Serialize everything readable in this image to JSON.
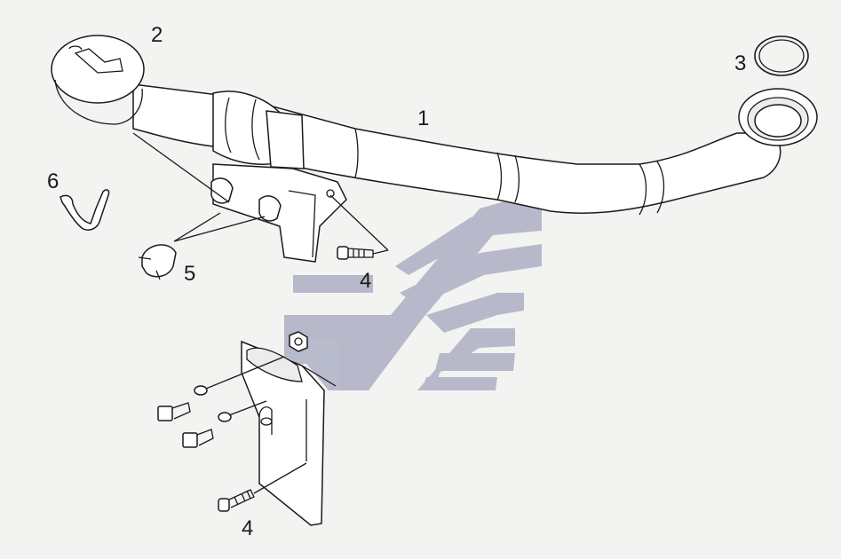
{
  "callouts": [
    {
      "id": "1",
      "text": "1"
    },
    {
      "id": "2",
      "text": "2"
    },
    {
      "id": "3",
      "text": "3"
    },
    {
      "id": "4a",
      "text": "4"
    },
    {
      "id": "4b",
      "text": "4"
    },
    {
      "id": "5",
      "text": "5"
    },
    {
      "id": "6",
      "text": "6"
    }
  ],
  "colors": {
    "linework": "#1a1a1a",
    "watermark": "#9ca0b8",
    "background": "#f3f3f1"
  }
}
